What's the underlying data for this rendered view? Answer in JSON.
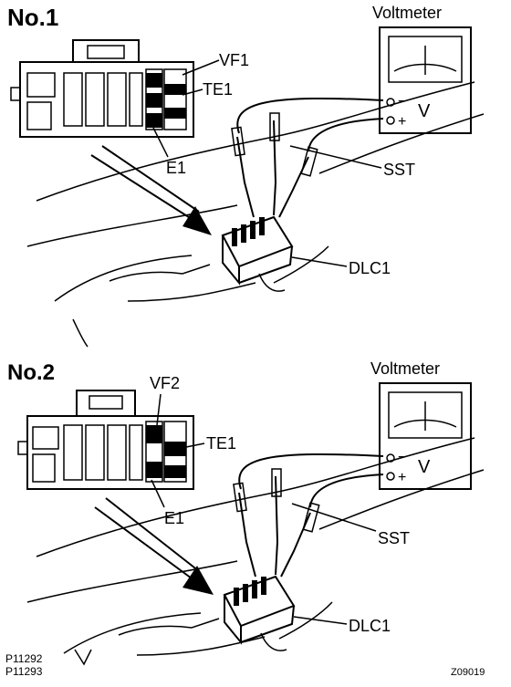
{
  "panels": [
    {
      "heading": "No.1",
      "meter_title": "Voltmeter",
      "meter_minus": "−",
      "meter_plus": "+",
      "meter_unit": "V",
      "terminal_top": "VF1",
      "terminal_mid": "TE1",
      "terminal_ground": "E1",
      "tool_label": "SST",
      "connector_label": "DLC1"
    },
    {
      "heading": "No.2",
      "meter_title": "Voltmeter",
      "meter_minus": "−",
      "meter_plus": "+",
      "meter_unit": "V",
      "terminal_top": "VF2",
      "terminal_mid": "TE1",
      "terminal_ground": "E1",
      "tool_label": "SST",
      "connector_label": "DLC1"
    }
  ],
  "figure_codes": {
    "line1": "P11292",
    "line2": "P11293",
    "figure_id": "Z09019"
  }
}
